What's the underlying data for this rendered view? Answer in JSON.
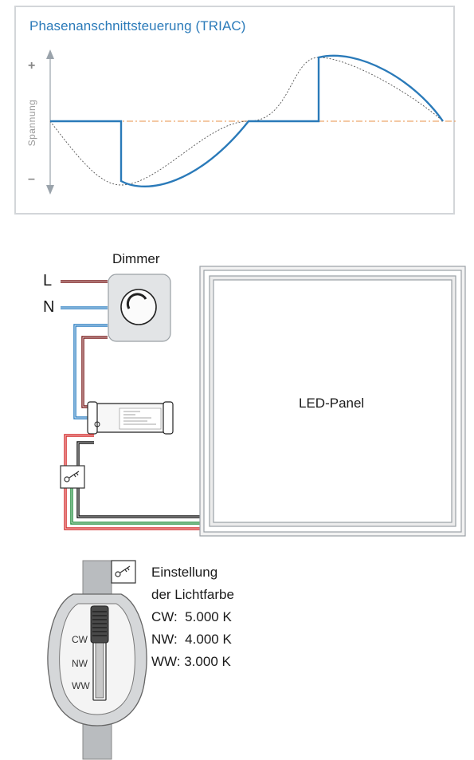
{
  "chart": {
    "title": "Phasenanschnittsteuerung (TRIAC)",
    "plus_label": "+",
    "minus_label": "–",
    "ylabel": "Spannung"
  },
  "wiring": {
    "dimmer_label": "Dimmer",
    "line_label": "L",
    "neutral_label": "N",
    "panel_label": "LED-Panel"
  },
  "switch": {
    "cw": "CW",
    "nw": "NW",
    "ww": "WW"
  },
  "settings": {
    "title_line1": "Einstellung",
    "title_line2": "der Lichtfarbe",
    "rows": [
      "CW:  5.000 K",
      "NW:  4.000 K",
      "WW: 3.000 K"
    ]
  },
  "colors": {
    "accent_blue": "#2a7ab9",
    "wire_brown": "#7a1c1c",
    "wire_blue": "#2c7fc2",
    "wire_red": "#d42a2a",
    "wire_green": "#1e8c3a",
    "axis_orange": "#e8904a"
  }
}
